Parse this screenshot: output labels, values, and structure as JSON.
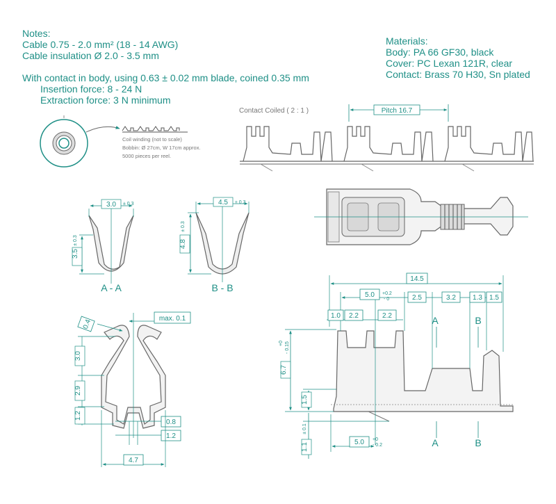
{
  "colors": {
    "accent": "#1e8f86",
    "part_line": "#6b6b6b",
    "part_fill": "#f3f3f3"
  },
  "notes": {
    "title": "Notes:",
    "lines": [
      "Cable 0.75 - 2.0 mm² (18 - 14 AWG)",
      "Cable insulation Ø 2.0 - 3.5 mm"
    ],
    "contact_line": "With contact in body, using 0.63 ± 0.02 mm blade, coined 0.35 mm",
    "insertion": "Insertion force: 8 - 24 N",
    "extraction": "Extraction force: 3 N minimum"
  },
  "materials": {
    "title": "Materials:",
    "lines": [
      "Body: PA 66 GF30, black",
      "Cover: PC Lexan 121R, clear",
      "Contact: Brass 70 H30, Sn plated"
    ]
  },
  "reel": {
    "lines": [
      "Coil winding (not to scale)",
      "Bobbin: Ø 27cm, W 17cm approx.",
      "5000 pieces per reel."
    ]
  },
  "coiled": {
    "title": "Contact Coiled ( 2 : 1 )",
    "pitch": "Pitch 16.7"
  },
  "section_aa": {
    "label": "A - A",
    "width": "3.0",
    "width_tol": "± 0.3",
    "height": "3.5",
    "height_tol": "± 0.3"
  },
  "section_bb": {
    "label": "B - B",
    "width": "4.5",
    "width_tol": "± 0.3",
    "height": "4.8",
    "height_tol": "± 0.3"
  },
  "front_view": {
    "max_gap": "max. 0.1",
    "d04": "0.4",
    "d30": "3.0",
    "d29": "2.9",
    "d12": "1.2",
    "d08": "0.8",
    "d12b": "1.2",
    "d47": "4.7"
  },
  "side_view": {
    "overall": "14.5",
    "d50": "5.0",
    "d50_tol_up": "+0.2",
    "d50_tol_dn": "- 0",
    "d25": "2.5",
    "d32": "3.2",
    "d13": "1.3",
    "d15r": "1.5",
    "d10": "1.0",
    "d22a": "2.2",
    "d22b": "2.2",
    "secA": "A",
    "secB": "B",
    "d67": "6.7",
    "d67_tol_up": "+0",
    "d67_tol_dn": "- 0.15",
    "d15": "1.5",
    "d11": "1.1",
    "d11_tol": "± 0.1",
    "d50b": "5.0",
    "d50b_tol_up": "+0",
    "d50b_tol_dn": "- 0.2",
    "secA2": "A",
    "secB2": "B"
  }
}
